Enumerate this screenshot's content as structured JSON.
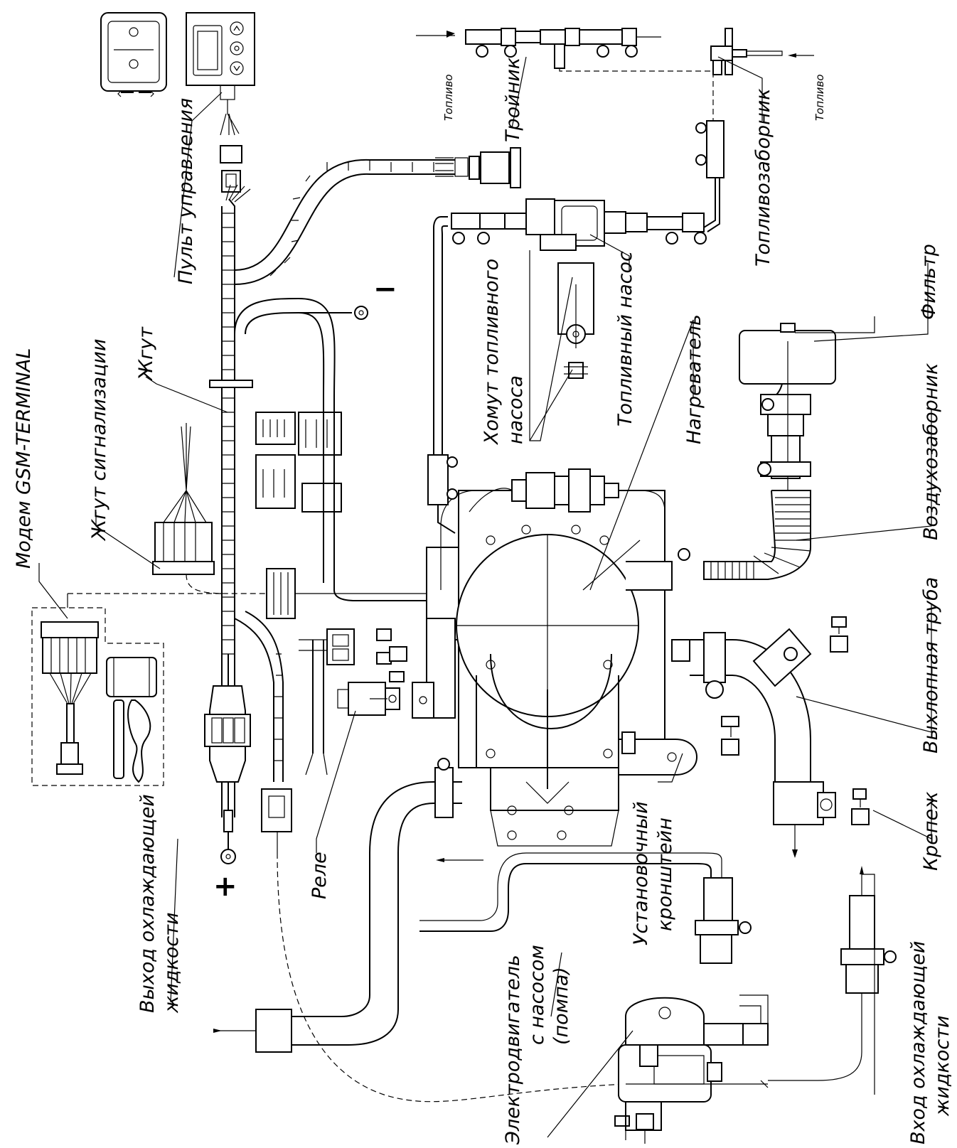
{
  "labels": {
    "gsm_modem": "Модем GSM-TERMINAL",
    "alarm_harness": "Жгут сигнализации",
    "harness": "Жгут",
    "control_panel": "Пульт управления",
    "tee": "Тройник",
    "fuel_left": "Топливо",
    "fuel_right": "Топливо",
    "fuel_intake": "Топливозаборник",
    "pump_clamp_line1": "Хомут топливного",
    "pump_clamp_line2": "насоса",
    "fuel_pump": "Топливный насос",
    "heater": "Нагреватель",
    "filter": "Фильтр",
    "air_intake": "Воздухозаборник",
    "exhaust_pipe": "Выхлопная труба",
    "fastener": "Крепеж",
    "relay": "Реле",
    "coolant_out_line1": "Выход охлаждающей",
    "coolant_out_line2": "жидкости",
    "electric_motor_line1": "Электродвигатель",
    "electric_motor_line2": "с насосом",
    "electric_motor_line3": "(помпа)",
    "mounting_bracket_line1": "Установочный",
    "mounting_bracket_line2": "кронштейн",
    "coolant_in_line1": "Вход охлаждающей",
    "coolant_in_line2": "жидкости"
  },
  "battery": {
    "minus": "−",
    "plus": "+"
  },
  "colors": {
    "line": "#000000",
    "background": "#ffffff"
  }
}
